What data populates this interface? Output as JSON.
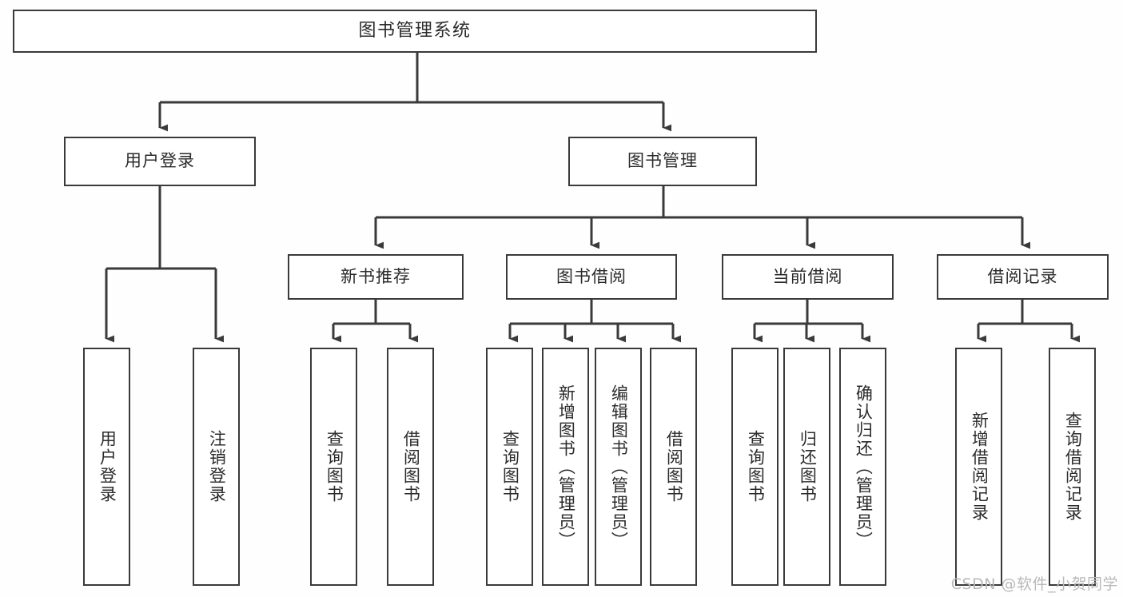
{
  "diagram": {
    "title": "图书管理系统",
    "background_color": "#fefefe",
    "line_color": "#3a3a3a",
    "box_fill": "#ffffff",
    "text_color": "#2b2b2b",
    "nodes": {
      "root": "图书管理系统",
      "level2": [
        {
          "label": "用户登录"
        },
        {
          "label": "图书管理"
        }
      ],
      "level3": [
        {
          "label": "新书推荐"
        },
        {
          "label": "图书借阅"
        },
        {
          "label": "当前借阅"
        },
        {
          "label": "借阅记录"
        }
      ],
      "leaves": {
        "user_login": [
          "用户登录",
          "注销登录"
        ],
        "new_book_recommend": [
          "查询图书",
          "借阅图书"
        ],
        "book_borrow": [
          "查询图书",
          "新增图书（管理员）",
          "编辑图书（管理员）",
          "借阅图书"
        ],
        "current_borrow": [
          "查询图书",
          "归还图书",
          "确认归还（管理员）"
        ],
        "borrow_record": [
          "新增借阅记录",
          "查询借阅记录"
        ]
      }
    }
  },
  "watermark": {
    "text": "CSDN @软件_小贺同学",
    "color": "#b9b9b9"
  }
}
